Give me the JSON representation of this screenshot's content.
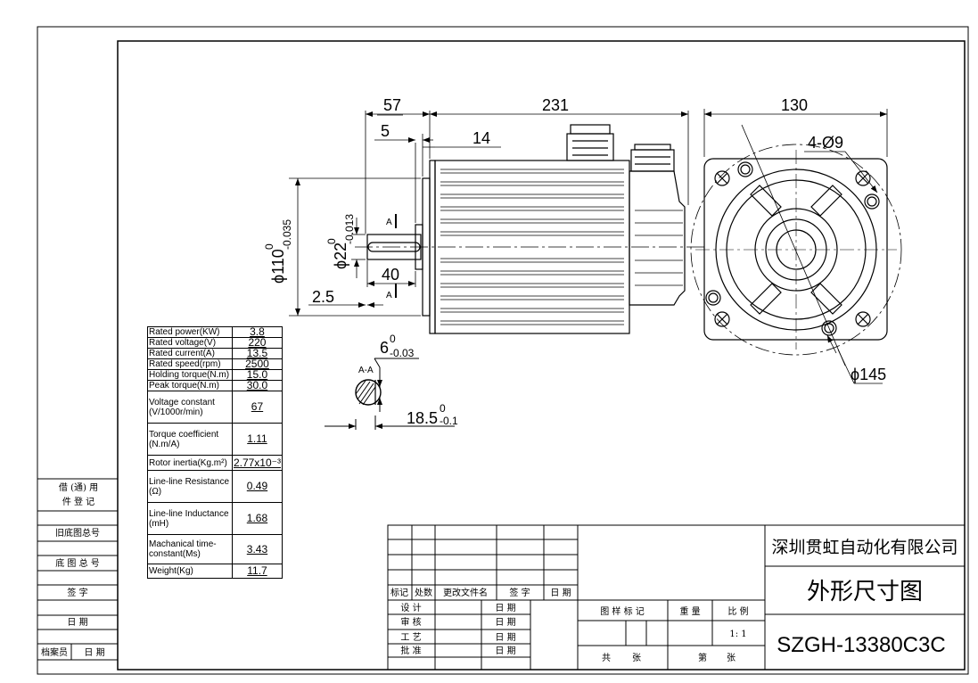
{
  "drawing": {
    "dims": {
      "len_57": "57",
      "len_231": "231",
      "len_5": "5",
      "len_14": "14",
      "len_130": "130",
      "holes": "4-Ø9",
      "phi110": "ϕ110",
      "phi110_up": "0",
      "phi110_low": "-0.035",
      "phi22": "ϕ22",
      "phi22_up": "0",
      "phi22_low": "-0.013",
      "len_40": "40",
      "len_2_5": "2.5",
      "phi145": "ϕ145",
      "key_6": "6",
      "key_6_up": "0",
      "key_6_low": "-0.03",
      "key_18_5": "18.5",
      "key_18_5_up": "0",
      "key_18_5_low": "-0.1",
      "section_a": "A",
      "section_aa": "A-A"
    }
  },
  "specs": [
    {
      "label": "Rated power(KW)",
      "value": "3.8"
    },
    {
      "label": "Rated voltage(V)",
      "value": "220"
    },
    {
      "label": "Rated current(A)",
      "value": "13.5"
    },
    {
      "label": "Rated speed(rpm)",
      "value": "2500"
    },
    {
      "label": "Holding torque(N.m)",
      "value": "15.0"
    },
    {
      "label": "Peak torque(N.m)",
      "value": "30.0"
    },
    {
      "label": "Voltage constant (V/1000r/min)",
      "value": "67"
    },
    {
      "label": "Torque coefficient (N.m/A)",
      "value": "1.11"
    },
    {
      "label": "Rotor inertia(Kg.m²)",
      "value": "2.77x10⁻³"
    },
    {
      "label": "Line-line Resistance (Ω)",
      "value": "0.49"
    },
    {
      "label": "Line-line Inductance (mH)",
      "value": "1.68"
    },
    {
      "label": "Machanical time-constant(Ms)",
      "value": "3.43"
    },
    {
      "label": "Weight(Kg)",
      "value": "11.7"
    }
  ],
  "side_panel": {
    "borrow": "借 (通) 用",
    "register": "件 登 记",
    "old_base_no": "旧底图总号",
    "base_no": "底 图 总 号",
    "sign": "签 字",
    "date": "日 期",
    "archivist": "档案员",
    "date2": "日 期"
  },
  "title_block": {
    "company": "深圳贯虹自动化有限公司",
    "title": "外形尺寸图",
    "model": "SZGH-13380C3C",
    "mark": "标记",
    "count": "处数",
    "change_doc": "更改文件名",
    "sign": "签 字",
    "date": "日 期",
    "design": "设 计",
    "review": "审 核",
    "process": "工 艺",
    "approve": "批 准",
    "d1": "日 期",
    "d2": "日 期",
    "d3": "日 期",
    "d4": "日 期",
    "drawing_mark": "图 样 标 记",
    "weight": "重 量",
    "scale": "比 例",
    "scale_value": "1: 1",
    "total": "共",
    "sheets": "张",
    "no": "第",
    "sheet": "张"
  }
}
